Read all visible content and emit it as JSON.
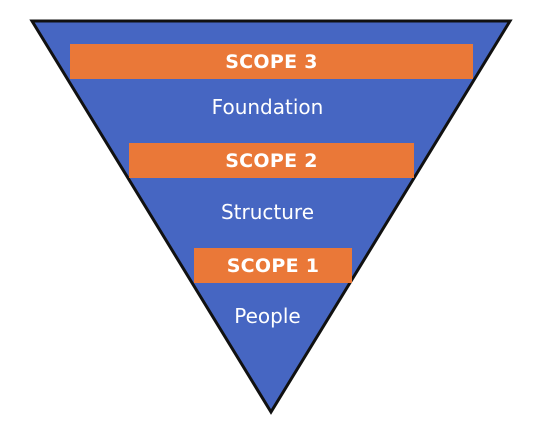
{
  "colors": {
    "triangle_fill": "#4666c2",
    "triangle_stroke": "#111111",
    "band_fill": "#ea7838",
    "text": "#ffffff"
  },
  "tiers": [
    {
      "scope": "SCOPE 3",
      "label": "Foundation"
    },
    {
      "scope": "SCOPE 2",
      "label": "Structure"
    },
    {
      "scope": "SCOPE 1",
      "label": "People"
    }
  ]
}
